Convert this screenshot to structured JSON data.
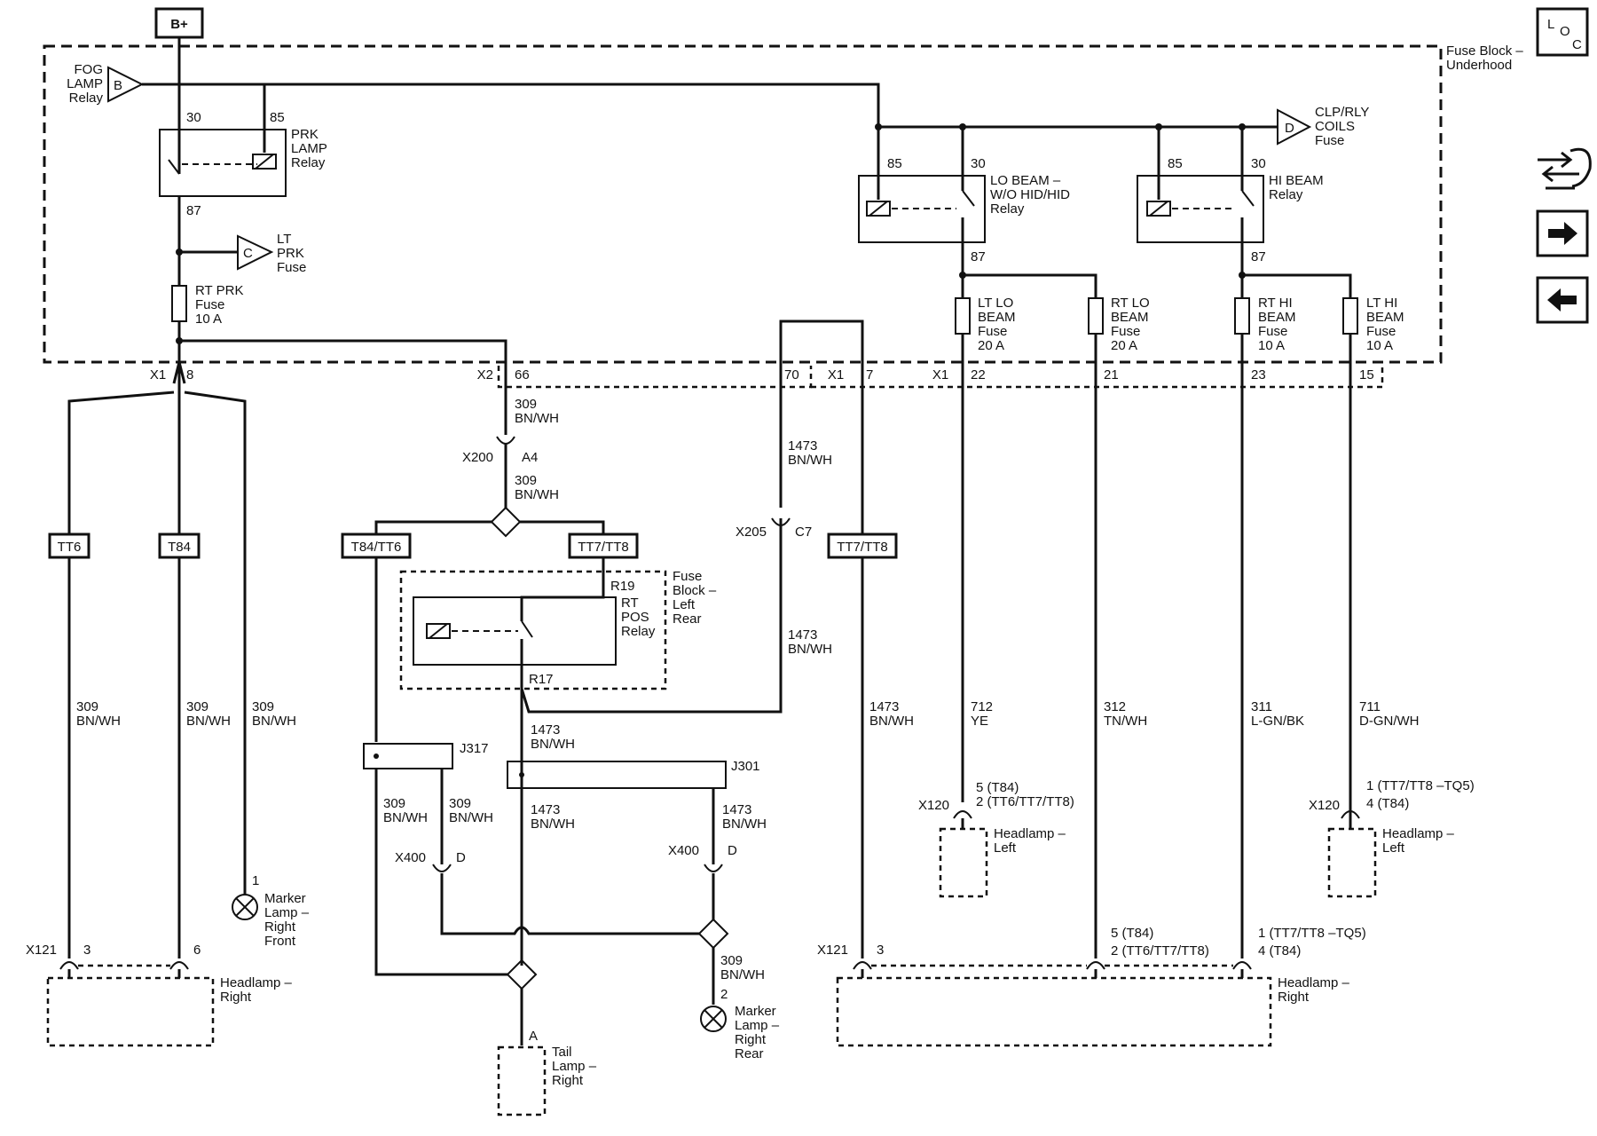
{
  "bplus": "B+",
  "loc": {
    "l": "L",
    "o": "O",
    "c": "C"
  },
  "fuse_block_underhood": [
    "Fuse Block –",
    "Underhood"
  ],
  "fog_relay": {
    "label": [
      "FOG",
      "LAMP",
      "Relay"
    ],
    "conn": "B"
  },
  "prk_relay": {
    "label": [
      "PRK",
      "LAMP",
      "Relay"
    ],
    "pin30": "30",
    "pin85": "85",
    "pin87": "87"
  },
  "lt_prk": {
    "label": [
      "LT",
      "PRK",
      "Fuse"
    ],
    "conn": "C"
  },
  "rt_prk_fuse": [
    "RT PRK",
    "Fuse",
    "10 A"
  ],
  "clp_fuse": {
    "label": [
      "CLP/RLY",
      "COILS",
      "Fuse"
    ],
    "conn": "D"
  },
  "lo_relay": {
    "label": [
      "LO BEAM –",
      "W/O HID/HID",
      "Relay"
    ],
    "pin85": "85",
    "pin30": "30",
    "pin87": "87"
  },
  "hi_relay": {
    "label": [
      "HI BEAM",
      "Relay"
    ],
    "pin85": "85",
    "pin30": "30",
    "pin87": "87"
  },
  "fuses": [
    {
      "label": [
        "LT LO",
        "BEAM",
        "Fuse",
        "20 A"
      ]
    },
    {
      "label": [
        "RT LO",
        "BEAM",
        "Fuse",
        "20 A"
      ]
    },
    {
      "label": [
        "RT HI",
        "BEAM",
        "Fuse",
        "10 A"
      ]
    },
    {
      "label": [
        "LT HI",
        "BEAM",
        "Fuse",
        "10 A"
      ]
    }
  ],
  "connectors": {
    "x1a": "X1",
    "x1a_pin": "8",
    "x2": "X2",
    "x2_pin": "66",
    "x2_pin2": "70",
    "x1b": "X1",
    "x1b_pin": "7",
    "x1c": "X1",
    "x1c_pins": [
      "22",
      "21",
      "23",
      "15"
    ]
  },
  "x200": {
    "name": "X200",
    "pin": "A4"
  },
  "x205": {
    "name": "X205",
    "pin": "C7"
  },
  "tags": [
    "TT6",
    "T84",
    "T84/TT6",
    "TT7/TT8",
    "TT7/TT8"
  ],
  "fuse_block_lr": {
    "label": [
      "Fuse",
      "Block –",
      "Left",
      "Rear"
    ],
    "r19": "R19",
    "r17": "R17",
    "relay": [
      "RT",
      "POS",
      "Relay"
    ]
  },
  "wires": {
    "w309": [
      "309",
      "BN/WH"
    ],
    "w1473": [
      "1473",
      "BN/WH"
    ],
    "w712": [
      "712",
      "YE"
    ],
    "w312": [
      "312",
      "TN/WH"
    ],
    "w311": [
      "311",
      "L-GN/BK"
    ],
    "w711": [
      "711",
      "D-GN/WH"
    ]
  },
  "splices": {
    "j317": "J317",
    "j301": "J301"
  },
  "x400": {
    "name": "X400",
    "pin": "D"
  },
  "x120": {
    "name": "X120"
  },
  "x121": {
    "name": "X121"
  },
  "hl_left_a_pins": [
    "5 (T84)",
    "2 (TT6/TT7/TT8)"
  ],
  "hl_left_b_pins": [
    "1 (TT7/TT8 –TQ5)",
    "4 (T84)"
  ],
  "hl_right_pins_b": [
    "5 (T84)",
    "2 (TT6/TT7/TT8)"
  ],
  "hl_right_pins_c": [
    "1 (TT7/TT8 –TQ5)",
    "4 (T84)"
  ],
  "pin3": "3",
  "pin6": "6",
  "pin1": "1",
  "pin2": "2",
  "pinA": "A",
  "headlamp_left": [
    "Headlamp –",
    "Left"
  ],
  "headlamp_right": [
    "Headlamp –",
    "Right"
  ],
  "marker_front": [
    "Marker",
    "Lamp –",
    "Right",
    "Front"
  ],
  "marker_rear": [
    "Marker",
    "Lamp –",
    "Right",
    "Rear"
  ],
  "tail_lamp": [
    "Tail",
    "Lamp –",
    "Right"
  ]
}
